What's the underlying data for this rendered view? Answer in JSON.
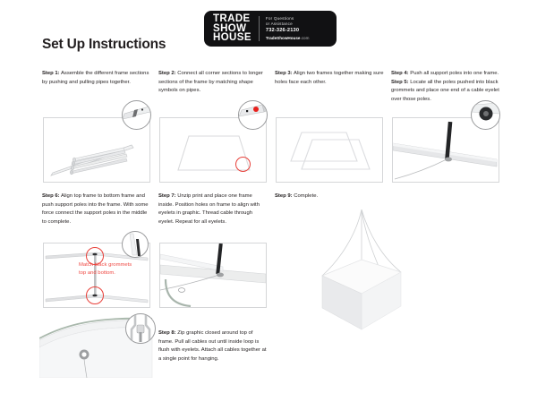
{
  "document": {
    "title": "Set Up Instructions"
  },
  "logo": {
    "line1": "TRADE",
    "line2": "SHOW",
    "line3": "HOUSE",
    "contact_line1": "For Questions",
    "contact_line2": "or Assistance",
    "phone": "732-326-2130",
    "site_bold": "TradeShowHouse",
    "site_suffix": ".com"
  },
  "colors": {
    "logo_background": "#111113",
    "annotation_red": "#ef4a44",
    "highlight_red": "#e8403a",
    "panel_border": "#d5d6d8",
    "text": "#231f20"
  },
  "steps": [
    {
      "id": "step-1",
      "label": "Step 1:",
      "text": " Assemble the different frame sections by pushing and pulling pipes together."
    },
    {
      "id": "step-2",
      "label": "Step 2:",
      "text": " Connect all corner sections to longer sections of the frame by matching shape symbols on pipes."
    },
    {
      "id": "step-3",
      "label": "Step 3:",
      "text": " Align two frames together making sure holes face each other."
    },
    {
      "id": "step-4",
      "label": "Step 4:",
      "text": " Push all support poles into one frame. ",
      "label2": "Step 5:",
      "text2": " Locate all the poles pushed into black grommets and place one end of a cable eyelet over those poles."
    },
    {
      "id": "step-6",
      "label": "Step 6:",
      "text": " Align top frame to bottom frame and push support poles into the frame. With some force connect the support poles in the middle to complete."
    },
    {
      "id": "step-7",
      "label": "Step 7:",
      "text": " Unzip print and place one frame inside. Position holes on frame to align with eyelets in graphic. Thread cable through eyelet. Repeat for all eyelets."
    },
    {
      "id": "step-8",
      "label": "Step 8:",
      "text": " Zip graphic closed around top of frame. Pull all cables out until inside loop is flush with eyelets. Attach all cables together at a single point for hanging."
    },
    {
      "id": "step-9",
      "label": "Step 9:",
      "text": " Complete."
    }
  ],
  "annotations": {
    "grommet_note": "Match black grommets top and bottom."
  }
}
